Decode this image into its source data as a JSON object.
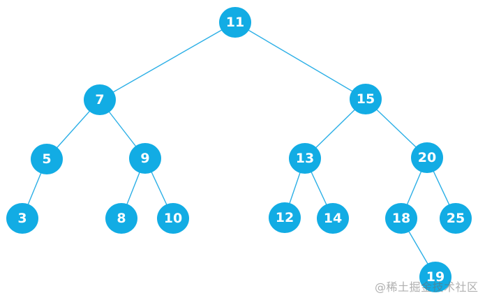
{
  "diagram": {
    "type": "binary-tree",
    "title_hint": "binary search tree",
    "nodes": [
      {
        "value": "11",
        "level": 1
      },
      {
        "value": "7",
        "level": 2
      },
      {
        "value": "15",
        "level": 2
      },
      {
        "value": "5",
        "level": 3
      },
      {
        "value": "9",
        "level": 3
      },
      {
        "value": "13",
        "level": 3
      },
      {
        "value": "20",
        "level": 3
      },
      {
        "value": "3",
        "level": 4
      },
      {
        "value": "8",
        "level": 4
      },
      {
        "value": "10",
        "level": 4
      },
      {
        "value": "12",
        "level": 4
      },
      {
        "value": "14",
        "level": 4
      },
      {
        "value": "18",
        "level": 4
      },
      {
        "value": "25",
        "level": 4
      },
      {
        "value": "19",
        "level": 5
      }
    ],
    "edges": [
      [
        "11",
        "7"
      ],
      [
        "11",
        "15"
      ],
      [
        "7",
        "5"
      ],
      [
        "7",
        "9"
      ],
      [
        "15",
        "13"
      ],
      [
        "15",
        "20"
      ],
      [
        "5",
        "3"
      ],
      [
        "9",
        "8"
      ],
      [
        "9",
        "10"
      ],
      [
        "13",
        "12"
      ],
      [
        "13",
        "14"
      ],
      [
        "20",
        "18"
      ],
      [
        "20",
        "25"
      ],
      [
        "18",
        "19"
      ]
    ]
  },
  "colors": {
    "node_fill": "#12ace4",
    "edge_stroke": "#2bafe6",
    "node_text": "#ffffff",
    "watermark_text": "#a8a8a8"
  },
  "watermark": {
    "text": "@稀土掘金技术社区"
  }
}
